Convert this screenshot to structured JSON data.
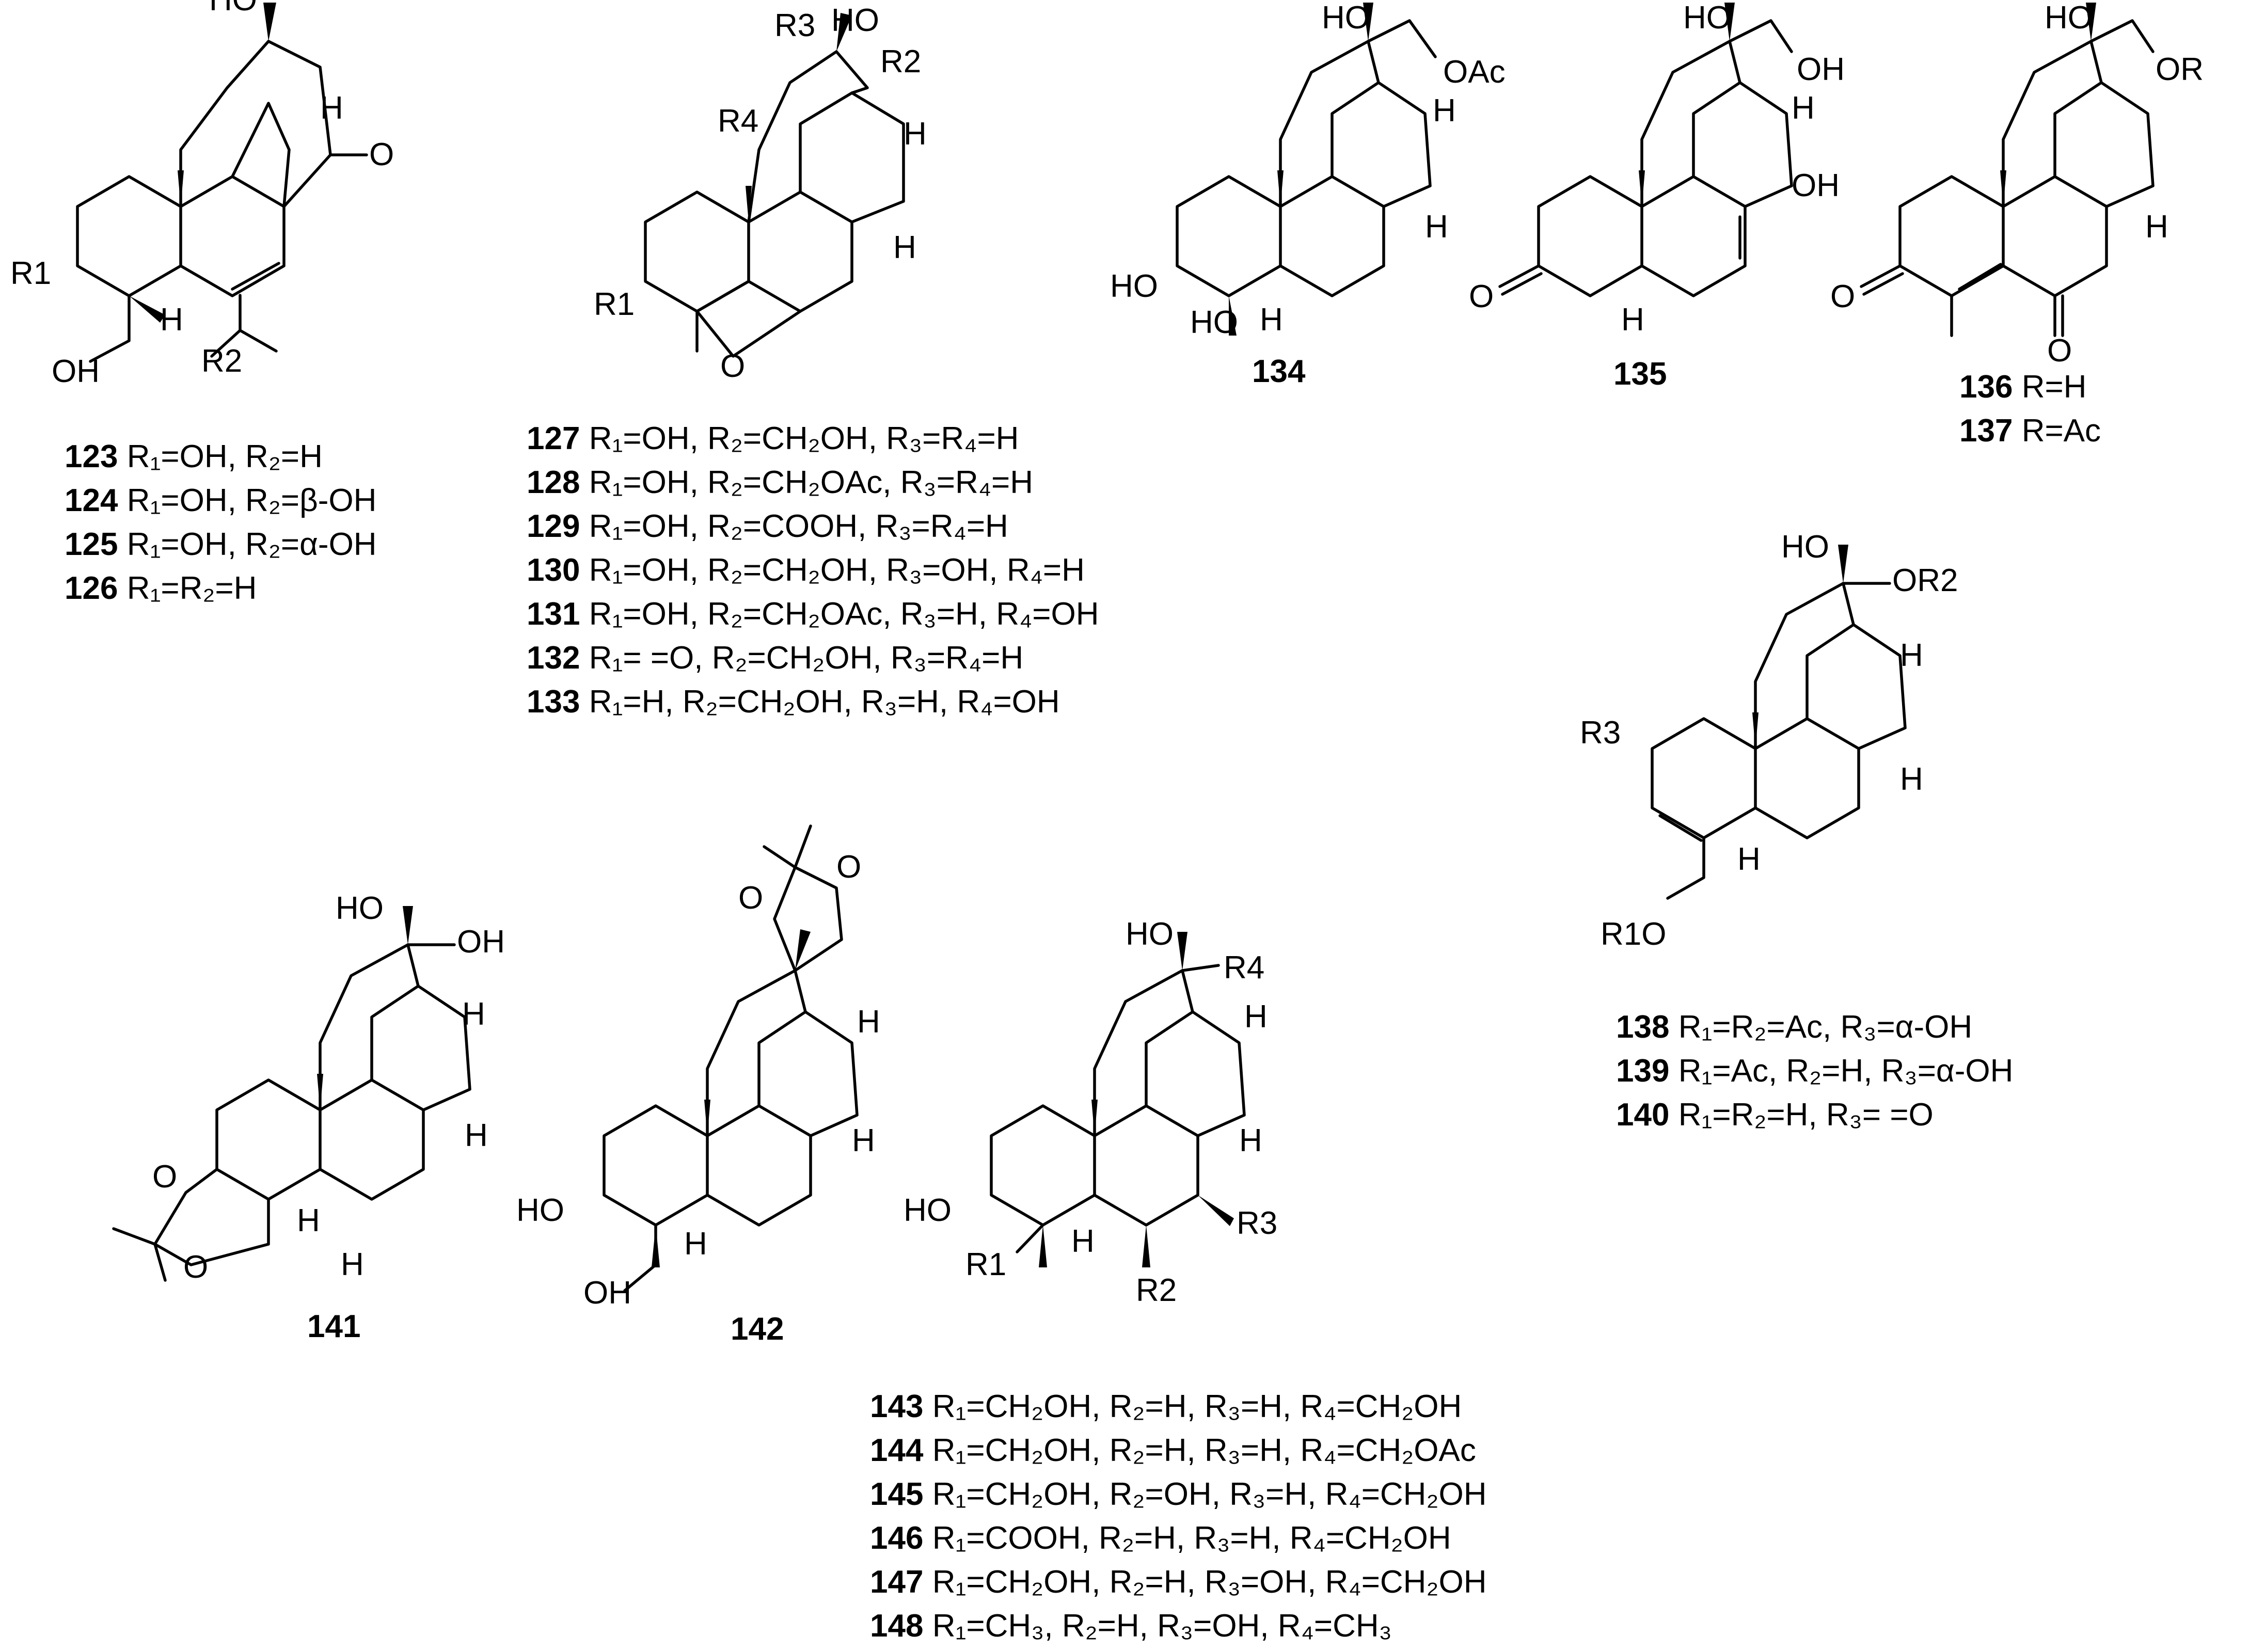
{
  "compounds": [
    {
      "id": "123-126",
      "atom_labels": [
        "HO",
        "O",
        "H",
        "R1",
        "H",
        "R2",
        "OH"
      ],
      "captions": [
        {
          "num": "123",
          "text": "R₁=OH, R₂=H"
        },
        {
          "num": "124",
          "text": "R₁=OH, R₂=β-OH"
        },
        {
          "num": "125",
          "text": "R₁=OH, R₂=α-OH"
        },
        {
          "num": "126",
          "text": "R₁=R₂=H"
        }
      ]
    },
    {
      "id": "127-133",
      "atom_labels": [
        "R3",
        "HO",
        "R2",
        "R4",
        "H",
        "H",
        "R1",
        "O"
      ],
      "captions": [
        {
          "num": "127",
          "text": "R₁=OH, R₂=CH₂OH, R₃=R₄=H"
        },
        {
          "num": "128",
          "text": "R₁=OH, R₂=CH₂OAc, R₃=R₄=H"
        },
        {
          "num": "129",
          "text": "R₁=OH, R₂=COOH, R₃=R₄=H"
        },
        {
          "num": "130",
          "text": "R₁=OH, R₂=CH₂OH, R₃=OH, R₄=H"
        },
        {
          "num": "131",
          "text": "R₁=OH, R₂=CH₂OAc, R₃=H, R₄=OH"
        },
        {
          "num": "132",
          "text": "R₁= =O, R₂=CH₂OH, R₃=R₄=H"
        },
        {
          "num": "133",
          "text": "R₁=H, R₂=CH₂OH, R₃=H, R₄=OH"
        }
      ]
    },
    {
      "id": "134",
      "atom_labels": [
        "HO",
        "OAc",
        "H",
        "H",
        "HO",
        "HO",
        "H"
      ],
      "label": "134"
    },
    {
      "id": "135",
      "atom_labels": [
        "HO",
        "OH",
        "H",
        "OH",
        "O",
        "H"
      ],
      "label": "135"
    },
    {
      "id": "136-137",
      "atom_labels": [
        "HO",
        "OR",
        "H",
        "O",
        "O"
      ],
      "captions": [
        {
          "num": "136",
          "text": "R=H"
        },
        {
          "num": "137",
          "text": "R=Ac"
        }
      ]
    },
    {
      "id": "138-140",
      "atom_labels": [
        "HO",
        "OR2",
        "H",
        "R3",
        "H",
        "H",
        "R1O"
      ],
      "captions": [
        {
          "num": "138",
          "text": "R₁=R₂=Ac, R₃=α-OH"
        },
        {
          "num": "139",
          "text": "R₁=Ac, R₂=H, R₃=α-OH"
        },
        {
          "num": "140",
          "text": "R₁=R₂=H, R₃= =O"
        }
      ]
    },
    {
      "id": "141",
      "atom_labels": [
        "HO",
        "OH",
        "H",
        "H",
        "O",
        "H",
        "O",
        "H"
      ],
      "label": "141"
    },
    {
      "id": "142",
      "atom_labels": [
        "O",
        "O",
        "H",
        "H",
        "HO",
        "H",
        "OH"
      ],
      "label": "142"
    },
    {
      "id": "143-148",
      "atom_labels": [
        "HO",
        "R4",
        "H",
        "H",
        "HO",
        "R3",
        "R1",
        "H",
        "R2"
      ],
      "captions": [
        {
          "num": "143",
          "text": "R₁=CH₂OH, R₂=H, R₃=H, R₄=CH₂OH"
        },
        {
          "num": "144",
          "text": "R₁=CH₂OH, R₂=H, R₃=H, R₄=CH₂OAc"
        },
        {
          "num": "145",
          "text": "R₁=CH₂OH, R₂=OH, R₃=H, R₄=CH₂OH"
        },
        {
          "num": "146",
          "text": "R₁=COOH, R₂=H, R₃=H, R₄=CH₂OH"
        },
        {
          "num": "147",
          "text": "R₁=CH₂OH, R₂=H, R₃=OH, R₄=CH₂OH"
        },
        {
          "num": "148",
          "text": "R₁=CH₃, R₂=H, R₃=OH, R₄=CH₃"
        }
      ]
    }
  ]
}
